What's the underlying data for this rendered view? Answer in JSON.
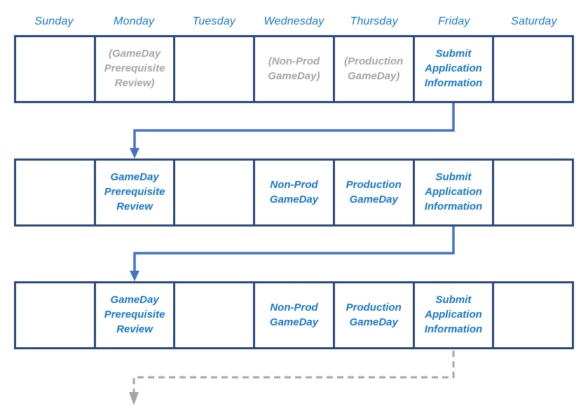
{
  "days": [
    "Sunday",
    "Monday",
    "Tuesday",
    "Wednesday",
    "Thursday",
    "Friday",
    "Saturday"
  ],
  "weeks": [
    {
      "cells": [
        "",
        "(GameDay Prerequisite Review)",
        "",
        "(Non-Prod GameDay)",
        "(Production GameDay)",
        "Submit Application Information",
        ""
      ]
    },
    {
      "cells": [
        "",
        "GameDay Prerequisite Review",
        "",
        "Non-Prod GameDay",
        "Production GameDay",
        "Submit Application Information",
        ""
      ]
    },
    {
      "cells": [
        "",
        "GameDay Prerequisite Review",
        "",
        "Non-Prod GameDay",
        "Production GameDay",
        "Submit Application Information",
        ""
      ]
    }
  ],
  "colors": {
    "table_border": "#2b4a7d",
    "day_text": "#1877c9",
    "active_text": "#1877c9",
    "pending_text": "#a6a6a6",
    "arrow_solid": "#4472c4",
    "arrow_dashed": "#a6a6a6"
  }
}
